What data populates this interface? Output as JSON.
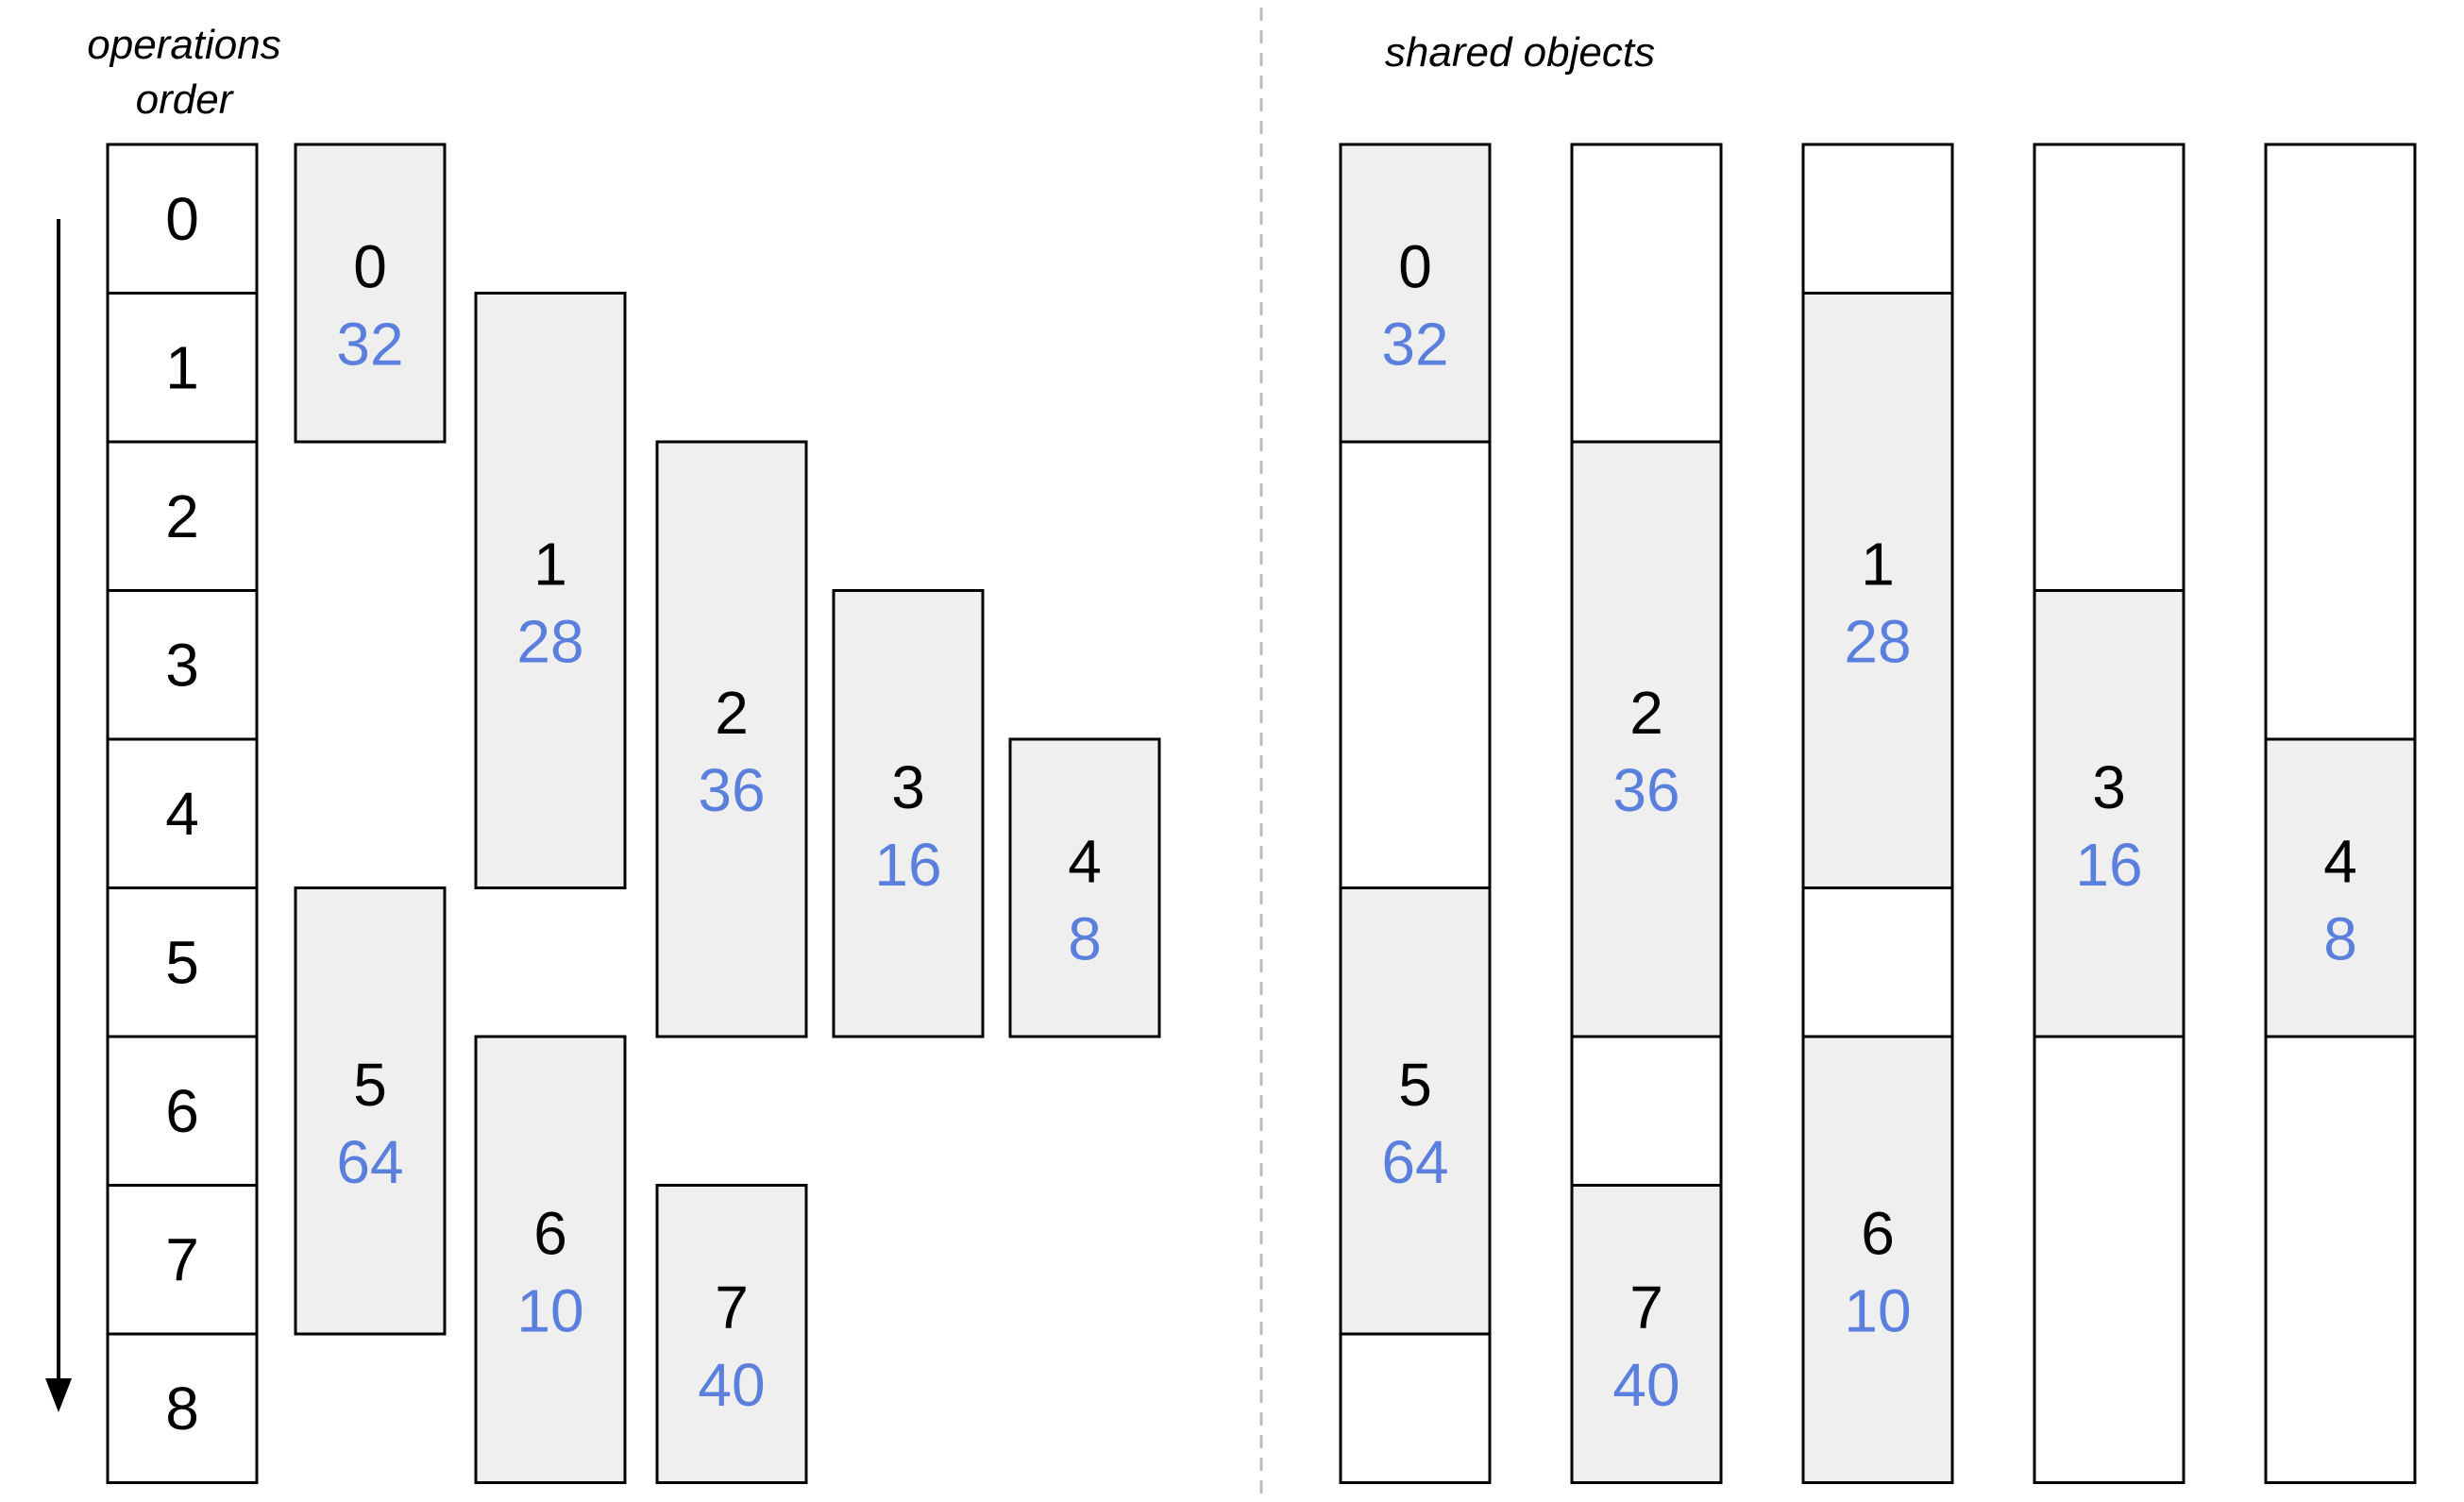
{
  "titles": {
    "left": [
      "operations",
      "order"
    ],
    "right": "shared objects"
  },
  "colors": {
    "size_text": "#5b7fdc",
    "tensor_fill": "#efefef",
    "border": "#000000",
    "divider": "#bbbbbb"
  },
  "operations": [
    "0",
    "1",
    "2",
    "3",
    "4",
    "5",
    "6",
    "7",
    "8"
  ],
  "tensors": [
    {
      "id": "0",
      "size": "32",
      "start": 0,
      "end": 1
    },
    {
      "id": "1",
      "size": "28",
      "start": 1,
      "end": 4
    },
    {
      "id": "2",
      "size": "36",
      "start": 2,
      "end": 5
    },
    {
      "id": "3",
      "size": "16",
      "start": 3,
      "end": 5
    },
    {
      "id": "4",
      "size": "8",
      "start": 4,
      "end": 5
    },
    {
      "id": "5",
      "size": "64",
      "start": 5,
      "end": 7
    },
    {
      "id": "6",
      "size": "10",
      "start": 6,
      "end": 8
    },
    {
      "id": "7",
      "size": "40",
      "start": 7,
      "end": 8
    }
  ],
  "shared_objects": [
    {
      "tensors": [
        "0",
        "5"
      ]
    },
    {
      "tensors": [
        "2",
        "7"
      ]
    },
    {
      "tensors": [
        "1",
        "6"
      ]
    },
    {
      "tensors": [
        "3"
      ]
    },
    {
      "tensors": [
        "4"
      ]
    }
  ]
}
